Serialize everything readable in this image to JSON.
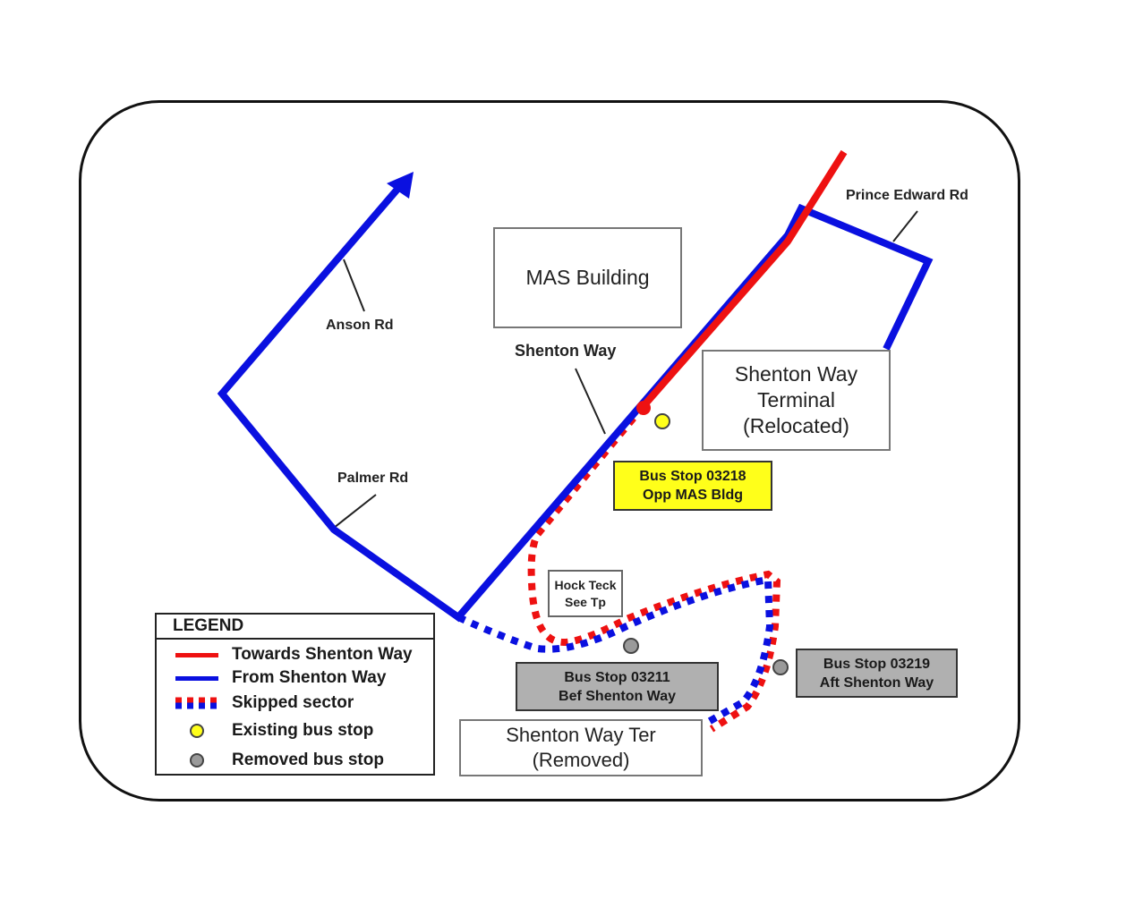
{
  "map": {
    "buildings": {
      "mas": "MAS Building",
      "terminal_relocated": [
        "Shenton Way",
        "Terminal",
        "(Relocated)"
      ],
      "terminal_removed": [
        "Shenton Way Ter",
        "(Removed)"
      ],
      "hock_teck": [
        "Hock Teck",
        "See Tp"
      ]
    },
    "roads": {
      "anson": "Anson Rd",
      "palmer": "Palmer Rd",
      "shenton": "Shenton Way",
      "prince_edward": "Prince Edward Rd"
    },
    "bus_stops": [
      {
        "code_line": "Bus Stop 03218",
        "name": "Opp MAS Bldg",
        "status": "existing"
      },
      {
        "code_line": "Bus Stop 03211",
        "name": "Bef Shenton Way",
        "status": "removed"
      },
      {
        "code_line": "Bus Stop 03219",
        "name": "Aft Shenton Way",
        "status": "removed"
      }
    ],
    "colors": {
      "towards": "#ee1111",
      "from": "#0a10e0",
      "existing_stop": "#ffff1a",
      "removed_stop": "#9a9a9a"
    }
  },
  "legend": {
    "title": "LEGEND",
    "items": [
      {
        "label": "Towards Shenton Way",
        "symbol": "red-line"
      },
      {
        "label": "From Shenton Way",
        "symbol": "blue-line"
      },
      {
        "label": "Skipped sector",
        "symbol": "red-blue-dotted-line"
      },
      {
        "label": "Existing bus stop",
        "symbol": "yellow-circle"
      },
      {
        "label": "Removed bus stop",
        "symbol": "grey-circle"
      }
    ]
  }
}
